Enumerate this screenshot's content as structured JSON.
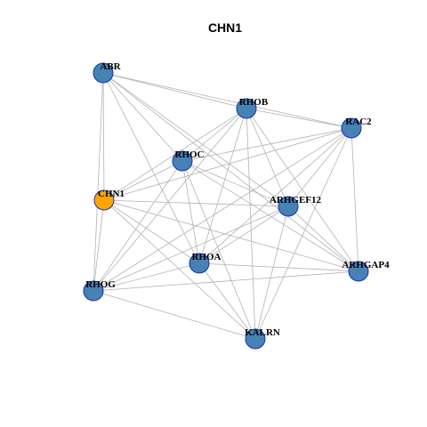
{
  "title": "CHN1",
  "colors": {
    "focus_node": "#FFA500",
    "node": "#4682B4",
    "node_border": "#1a2fb3",
    "edge": "#b3b3b3"
  },
  "nodes": [
    {
      "id": "ABR",
      "label": "ABR",
      "focus": false
    },
    {
      "id": "RHOB",
      "label": "RHOB",
      "focus": false
    },
    {
      "id": "RAC2",
      "label": "RAC2",
      "focus": false
    },
    {
      "id": "RHOC",
      "label": "RHOC",
      "focus": false
    },
    {
      "id": "CHN1",
      "label": "CHN1",
      "focus": true
    },
    {
      "id": "ARHGEF12",
      "label": "ARHGEF12",
      "focus": false
    },
    {
      "id": "RHOA",
      "label": "RHOA",
      "focus": false
    },
    {
      "id": "ARHGAP4",
      "label": "ARHGAP4",
      "focus": false
    },
    {
      "id": "RHOG",
      "label": "RHOG",
      "focus": false
    },
    {
      "id": "KALRN",
      "label": "KALRN",
      "focus": false
    }
  ],
  "edges": [
    [
      "ABR",
      "RHOB"
    ],
    [
      "ABR",
      "RAC2"
    ],
    [
      "ABR",
      "CHN1"
    ],
    [
      "ABR",
      "RHOC"
    ],
    [
      "ABR",
      "ARHGEF12"
    ],
    [
      "ABR",
      "RHOA"
    ],
    [
      "ABR",
      "RHOG"
    ],
    [
      "ABR",
      "ARHGAP4"
    ],
    [
      "RHOB",
      "RAC2"
    ],
    [
      "RHOB",
      "RHOC"
    ],
    [
      "RHOB",
      "CHN1"
    ],
    [
      "RHOB",
      "ARHGEF12"
    ],
    [
      "RHOB",
      "RHOA"
    ],
    [
      "RHOB",
      "RHOG"
    ],
    [
      "RHOB",
      "KALRN"
    ],
    [
      "RHOB",
      "ARHGAP4"
    ],
    [
      "RAC2",
      "RHOC"
    ],
    [
      "RAC2",
      "CHN1"
    ],
    [
      "RAC2",
      "ARHGEF12"
    ],
    [
      "RAC2",
      "RHOA"
    ],
    [
      "RAC2",
      "RHOG"
    ],
    [
      "RAC2",
      "KALRN"
    ],
    [
      "RAC2",
      "ARHGAP4"
    ],
    [
      "RHOC",
      "CHN1"
    ],
    [
      "RHOC",
      "ARHGEF12"
    ],
    [
      "RHOC",
      "RHOA"
    ],
    [
      "RHOC",
      "RHOG"
    ],
    [
      "RHOC",
      "KALRN"
    ],
    [
      "RHOC",
      "ARHGAP4"
    ],
    [
      "CHN1",
      "ARHGEF12"
    ],
    [
      "CHN1",
      "RHOA"
    ],
    [
      "CHN1",
      "RHOG"
    ],
    [
      "CHN1",
      "KALRN"
    ],
    [
      "CHN1",
      "ARHGAP4"
    ],
    [
      "ARHGEF12",
      "RHOA"
    ],
    [
      "ARHGEF12",
      "RHOG"
    ],
    [
      "ARHGEF12",
      "KALRN"
    ],
    [
      "ARHGEF12",
      "ARHGAP4"
    ],
    [
      "RHOA",
      "RHOG"
    ],
    [
      "RHOA",
      "KALRN"
    ],
    [
      "RHOA",
      "ARHGAP4"
    ],
    [
      "RHOG",
      "KALRN"
    ],
    [
      "RHOG",
      "ARHGAP4"
    ]
  ]
}
